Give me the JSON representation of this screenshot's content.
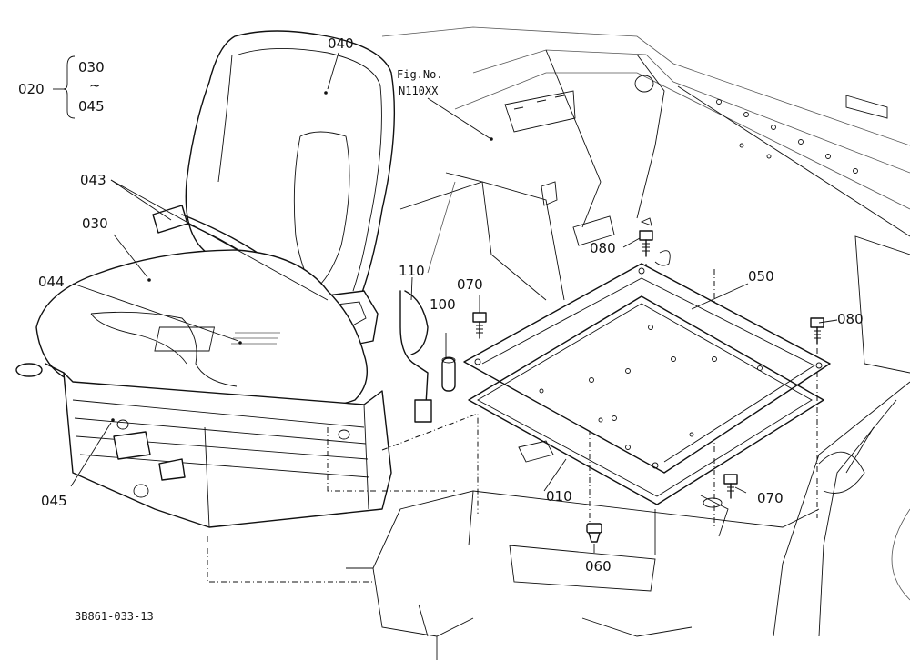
{
  "figure": {
    "fig_no_label": "Fig.No.",
    "fig_no_value": "N110XX",
    "drawing_id": "3B861-033-13"
  },
  "assembly": {
    "group_id": "020",
    "range_start": "030",
    "range_tilde": "~",
    "range_end": "045"
  },
  "callouts": {
    "p040": "040",
    "p043": "043",
    "p030": "030",
    "p044": "044",
    "p045": "045",
    "p110": "110",
    "p100": "100",
    "p070a": "070",
    "p070b": "070",
    "p080a": "080",
    "p080b": "080",
    "p050": "050",
    "p010": "010",
    "p060": "060"
  },
  "icons": {
    "bolt": "hex-bolt-icon",
    "grommet": "grommet-icon"
  },
  "colors": {
    "line": "#111111",
    "background": "#ffffff"
  }
}
